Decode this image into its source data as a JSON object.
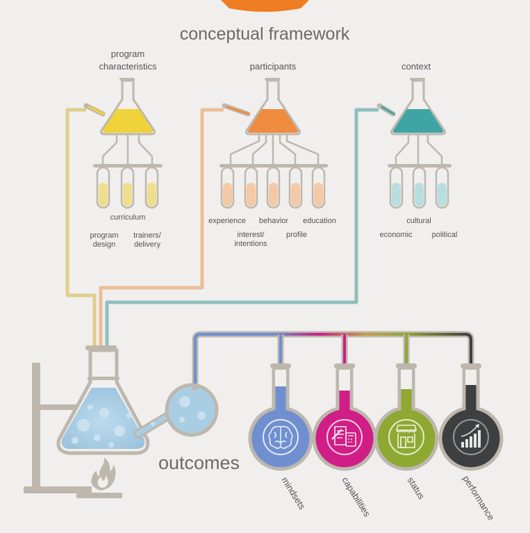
{
  "title": "conceptual framework",
  "groups": {
    "program": {
      "heading_line1": "program",
      "heading_line2": "characteristics",
      "color": "#f0d23a",
      "tube_fill": "#efde8c"
    },
    "participants": {
      "heading": "participants",
      "color": "#ef8c3f",
      "tube_fill": "#f4c9a5"
    },
    "context": {
      "heading": "context",
      "color": "#3fa4a4",
      "tube_fill": "#b8dfe0"
    }
  },
  "program_labels": {
    "curriculum": "curriculum",
    "program_design_1": "program",
    "program_design_2": "design",
    "trainers_1": "trainers/",
    "trainers_2": "delivery"
  },
  "participant_labels": {
    "experience": "experience",
    "behavior": "behavior",
    "education": "education",
    "interest_1": "interest/",
    "interest_2": "intentions",
    "profile": "profile"
  },
  "context_labels": {
    "cultural": "cultural",
    "economic": "economic",
    "political": "political"
  },
  "outcomes": {
    "label": "outcomes",
    "items": [
      {
        "key": "mindsets",
        "label": "mindsets",
        "color": "#6f8fd0",
        "icon": "brain-icon"
      },
      {
        "key": "capabilities",
        "label": "capabilities",
        "color": "#d11d86",
        "icon": "tools-calculator-icon"
      },
      {
        "key": "status",
        "label": "status",
        "color": "#8fa832",
        "icon": "storefront-icon"
      },
      {
        "key": "performance",
        "label": "performance",
        "color": "#3e3f40",
        "icon": "growth-chart-icon"
      }
    ]
  },
  "colors": {
    "glass": "#bdb7ad",
    "background": "#f0efed",
    "big_flask": "#a9cde3",
    "top_accent": "#ef7d23"
  }
}
